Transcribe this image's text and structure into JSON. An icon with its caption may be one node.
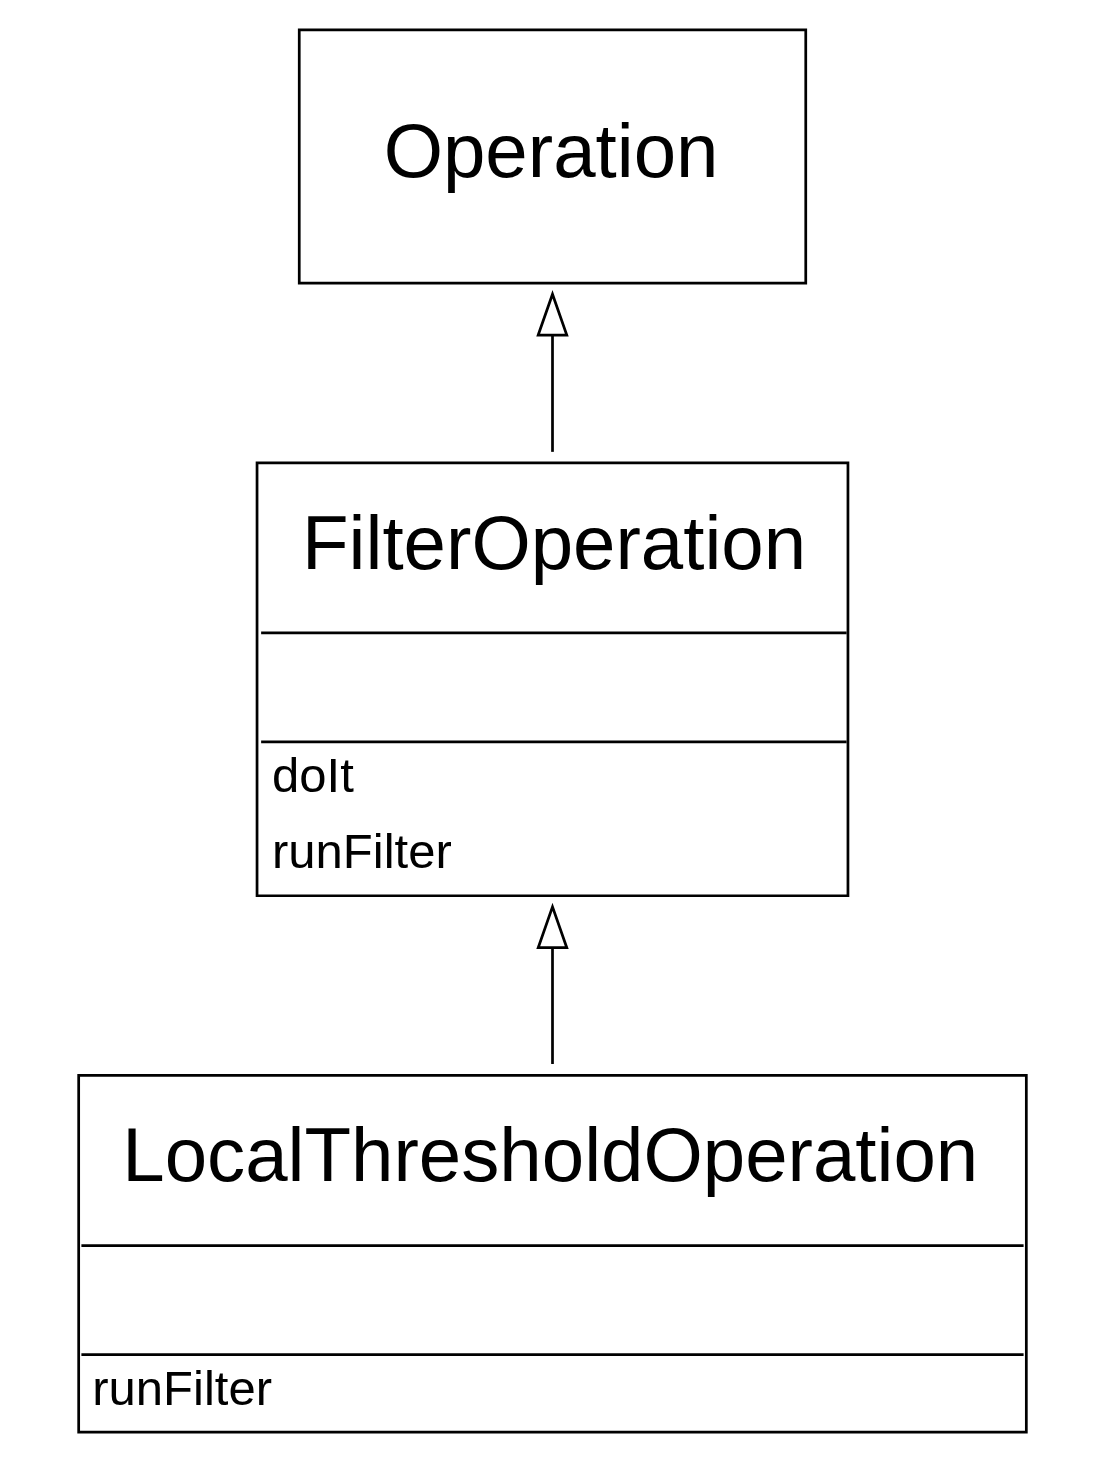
{
  "diagram": {
    "nodes": [
      {
        "text": [
          "Operation"
        ]
      },
      {
        "text": [
          "FilterOperation",
          "doIt",
          "runFilter"
        ]
      },
      {
        "text": [
          "LocalThresholdOperation",
          "runFilter"
        ]
      }
    ],
    "edges": [
      {
        "from": 1,
        "to": 0,
        "arrow": "to"
      },
      {
        "from": 2,
        "to": 1,
        "arrow": "to"
      }
    ]
  }
}
